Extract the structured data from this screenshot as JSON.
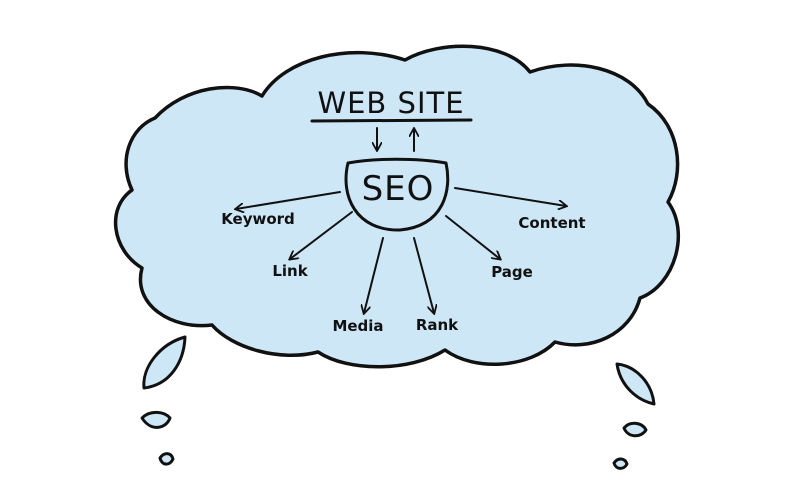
{
  "colors": {
    "cloud_fill": "#cde7f7",
    "ink": "#111111",
    "background": "#ffffff"
  },
  "diagram": {
    "title": "WEB SITE",
    "hub": "SEO",
    "labels": {
      "keyword": "Keyword",
      "link": "Link",
      "media": "Media",
      "rank": "Rank",
      "page": "Page",
      "content": "Content"
    }
  }
}
